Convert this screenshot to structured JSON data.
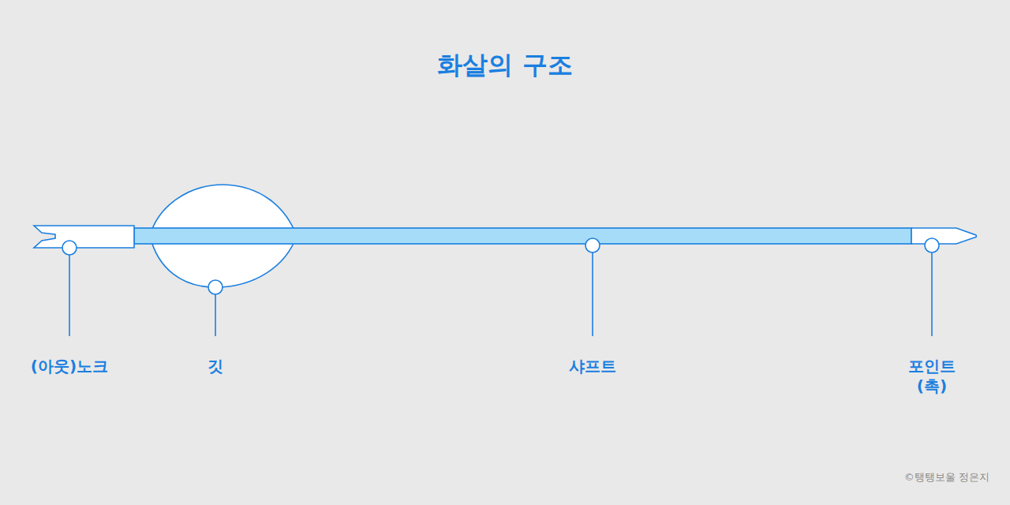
{
  "diagram": {
    "title": "화살의 구조",
    "labels": [
      "(아웃)노크",
      "깃",
      "샤프트",
      "포인트 (촉)",
      "©탱탱보울 정은지"
    ]
  }
}
